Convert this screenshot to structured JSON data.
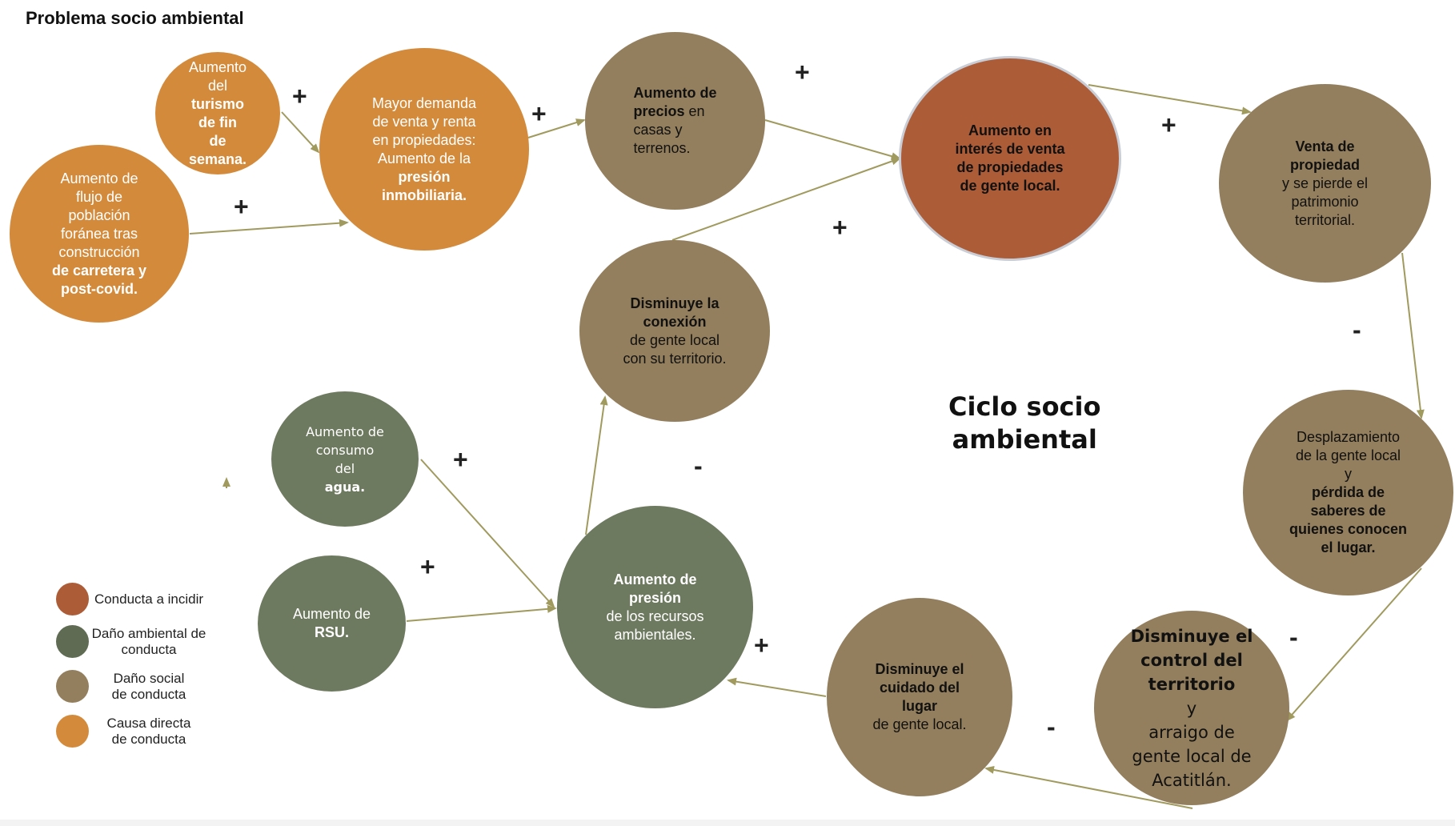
{
  "title": "Problema socio ambiental",
  "cycle_label_line1": "Ciclo socio",
  "cycle_label_line2": "ambiental",
  "colors": {
    "causa_directa": "#d48a3b",
    "dano_social": "#937f5d",
    "dano_ambiental": "#6d7a5f",
    "conducta_incidir": "#ad5c38",
    "arrow": "#a09a5e"
  },
  "nodes": {
    "turismo": {
      "l1": "Aumento",
      "l2": "del",
      "l3": "turismo",
      "l4": "de fin",
      "l5": "de",
      "l6": "semana."
    },
    "flujo": {
      "l1": "Aumento de",
      "l2": "flujo de",
      "l3": "población",
      "l4": "foránea tras",
      "l5": "construcción",
      "l6": "de carretera y",
      "l7": "post-covid."
    },
    "demanda": {
      "l1": "Mayor demanda",
      "l2": "de venta y renta",
      "l3": "en propiedades:",
      "l4": "Aumento de la",
      "l5": "presión",
      "l6": "inmobiliaria."
    },
    "precios": {
      "l1": "Aumento de",
      "l2": "precios",
      "l2b": " en",
      "l3": "casas y",
      "l4": "terrenos."
    },
    "interes": {
      "l1": "Aumento en",
      "l2": "interés de venta",
      "l3": "de propiedades",
      "l4": "de gente local."
    },
    "venta": {
      "l1": "Venta de",
      "l2": "propiedad",
      "l3": "y se pierde el",
      "l4": "patrimonio",
      "l5": "territorial."
    },
    "conexion": {
      "l1": "Disminuye la",
      "l2": "conexión",
      "l3": "de gente local",
      "l4": "con su territorio."
    },
    "desplazamiento": {
      "l1": "Desplazamiento",
      "l2": "de la gente local",
      "l3": "y",
      "l4": "pérdida de",
      "l5": "saberes de",
      "l6": "quienes conocen",
      "l7": "el lugar."
    },
    "agua": {
      "l1": "Aumento de",
      "l2": "consumo",
      "l3": "del",
      "l4": "agua."
    },
    "rsu": {
      "l1": "Aumento de",
      "l2": "RSU."
    },
    "presion": {
      "l1": "Aumento de",
      "l2": "presión",
      "l3": "de los recursos",
      "l4": "ambientales."
    },
    "cuidado": {
      "l1": "Disminuye el",
      "l2": "cuidado del",
      "l3": "lugar",
      "l4": "de gente local."
    },
    "control": {
      "l1": "Disminuye el",
      "l2": "control del",
      "l3": "territorio",
      "l4": "y",
      "l5": "arraigo de",
      "l6": "gente local de",
      "l7": "Acatitlán."
    }
  },
  "signs": {
    "s1": "+",
    "s2": "+",
    "s3": "+",
    "s4": "+",
    "s5": "+",
    "s6": "+",
    "s7": "-",
    "s8": "-",
    "s9": "-",
    "s10": "-",
    "s11": "+",
    "s12": "+",
    "s13": "+"
  },
  "legend": [
    {
      "label_l1": "Conducta a incidir",
      "label_l2": "",
      "color": "#ad5c38"
    },
    {
      "label_l1": "Daño ambiental de",
      "label_l2": "conducta",
      "color": "#5f6b52"
    },
    {
      "label_l1": "Daño social",
      "label_l2": "de conducta",
      "color": "#937f5d"
    },
    {
      "label_l1": "Causa directa",
      "label_l2": "de conducta",
      "color": "#d48a3b"
    }
  ]
}
